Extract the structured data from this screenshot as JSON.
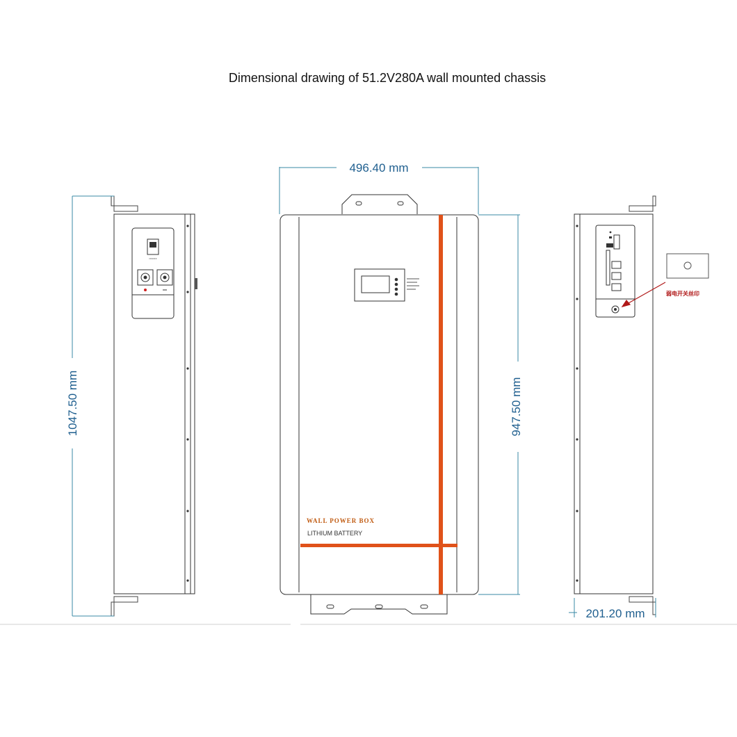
{
  "title": "Dimensional drawing of 51.2V280A wall mounted chassis",
  "dimensions": {
    "front_width": "496.40 mm",
    "total_height": "1047.50 mm",
    "body_height": "947.50 mm",
    "depth": "201.20 mm"
  },
  "front_panel": {
    "brand": "WALL POWER BOX",
    "subtitle": "LITHIUM BATTERY"
  },
  "side_panel": {
    "switch_label": "ON/OFF"
  },
  "callout": {
    "note": "弱电开关丝印"
  },
  "colors": {
    "dimension_line": "#3a8aa6",
    "dimension_text": "#1f5f8f",
    "accent_stripe": "#e0521a",
    "callout": "#b01818"
  }
}
